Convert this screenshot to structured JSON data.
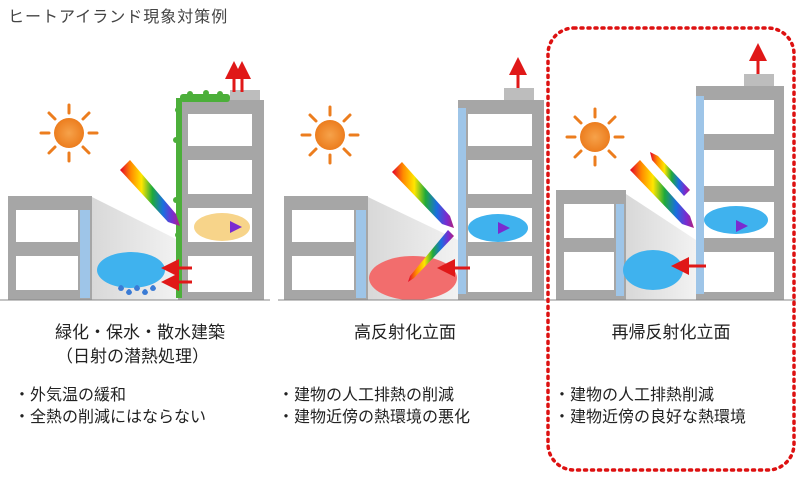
{
  "title": "ヒートアイランド現象対策例",
  "panels": [
    {
      "caption": "緑化・保水・散水建築",
      "subcaption": "（日射の潜熱処理）",
      "bullets": [
        "・外気温の緩和",
        "・全熱の削減にはならない"
      ],
      "highlighted": false
    },
    {
      "caption": "高反射化立面",
      "subcaption": "",
      "bullets": [
        "・建物の人工排熱の削減",
        "・建物近傍の熱環境の悪化"
      ],
      "highlighted": false
    },
    {
      "caption": "再帰反射化立面",
      "subcaption": "",
      "bullets": [
        "・建物の人工排熱削減",
        "・建物近傍の良好な熱環境"
      ],
      "highlighted": true
    }
  ],
  "colors": {
    "building": "#a6a6a6",
    "window_strip": "#9ec5e8",
    "sun": "#f08c2a",
    "cool_zone": "#3fb2ee",
    "warm_zone": "#f7d48a",
    "hot_zone": "#f26d6d",
    "heat_arrow": "#e01818",
    "highlight_border": "#dd1111",
    "greenery": "#4caf3a"
  }
}
